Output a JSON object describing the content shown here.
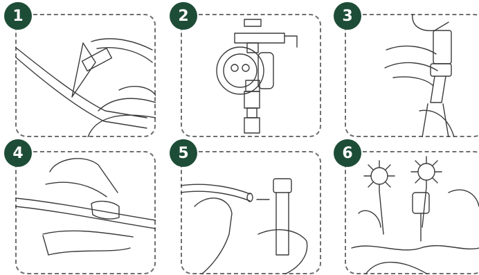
{
  "steps": [
    {
      "number": "1",
      "illustration": "cutting-hose-icon"
    },
    {
      "number": "2",
      "illustration": "water-timer-on-faucet-icon"
    },
    {
      "number": "3",
      "illustration": "hand-tightening-connector-icon"
    },
    {
      "number": "4",
      "illustration": "punching-hose-icon"
    },
    {
      "number": "5",
      "illustration": "inserting-tube-icon"
    },
    {
      "number": "6",
      "illustration": "watering-flowers-icon"
    }
  ],
  "colors": {
    "badge": "#1e4d37",
    "badge_text": "#ffffff",
    "border": "#6e6e6e",
    "line_art": "#3a3a3a"
  }
}
